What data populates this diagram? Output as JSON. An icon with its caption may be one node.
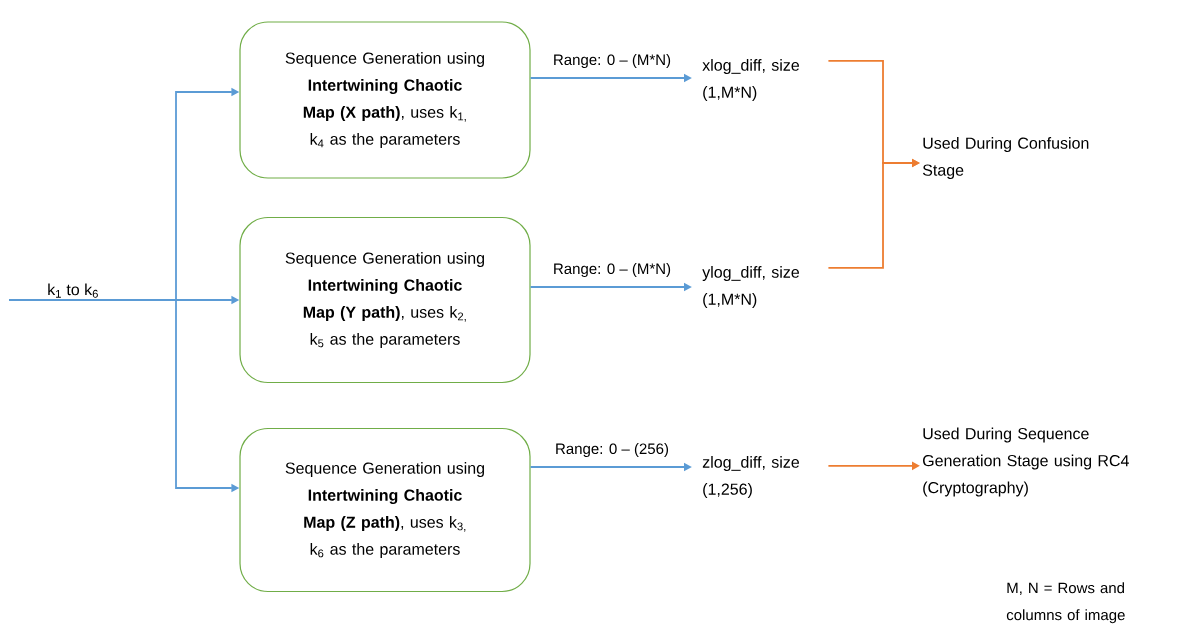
{
  "diagram": {
    "nodes": [
      {
        "text": [
          "k$_{1}$ to k$_{6}$"
        ]
      },
      {
        "text": [
          "Sequence Generation using **Intertwining Chaotic Map (X path)**, uses k$_{1,}$ k$_{4}$ as the parameters"
        ]
      },
      {
        "text": [
          "Sequence Generation using **Intertwining Chaotic Map (Y path)**, uses k$_{2,}$ k$_{5}$ as the parameters"
        ]
      },
      {
        "text": [
          "Sequence Generation using **Intertwining Chaotic Map (Z path)**, uses k$_{3,}$ k$_{6}$ as the parameters"
        ]
      },
      {
        "text": [
          "xlog_diff, size (1,M*N)"
        ]
      },
      {
        "text": [
          "ylog_diff, size (1,M*N)"
        ]
      },
      {
        "text": [
          "zlog_diff, size (1,256)"
        ]
      },
      {
        "text": [
          "Used During Confusion Stage"
        ]
      },
      {
        "text": [
          "Used During Sequence Generation Stage using RC4 (Cryptography)"
        ]
      }
    ],
    "edges": [
      {
        "from": 0,
        "to": 1,
        "arrow": "to"
      },
      {
        "from": 0,
        "to": 2,
        "arrow": "to"
      },
      {
        "from": 0,
        "to": 3,
        "arrow": "to"
      },
      {
        "from": 1,
        "to": 4,
        "arrow": "to",
        "label": "Range: 0 – (M*N)"
      },
      {
        "from": 2,
        "to": 5,
        "arrow": "to",
        "label": "Range: 0 – (M*N)"
      },
      {
        "from": 3,
        "to": 6,
        "arrow": "to",
        "label": "Range: 0 – (256)"
      },
      {
        "from": 4,
        "to": 7,
        "arrow": "to",
        "color": "#ed7d31"
      },
      {
        "from": 5,
        "to": 7,
        "arrow": "to",
        "color": "#ed7d31"
      },
      {
        "from": 6,
        "to": 8,
        "arrow": "to",
        "color": "#ed7d31"
      }
    ],
    "labels": [
      "M, N = Rows and columns of image"
    ]
  }
}
